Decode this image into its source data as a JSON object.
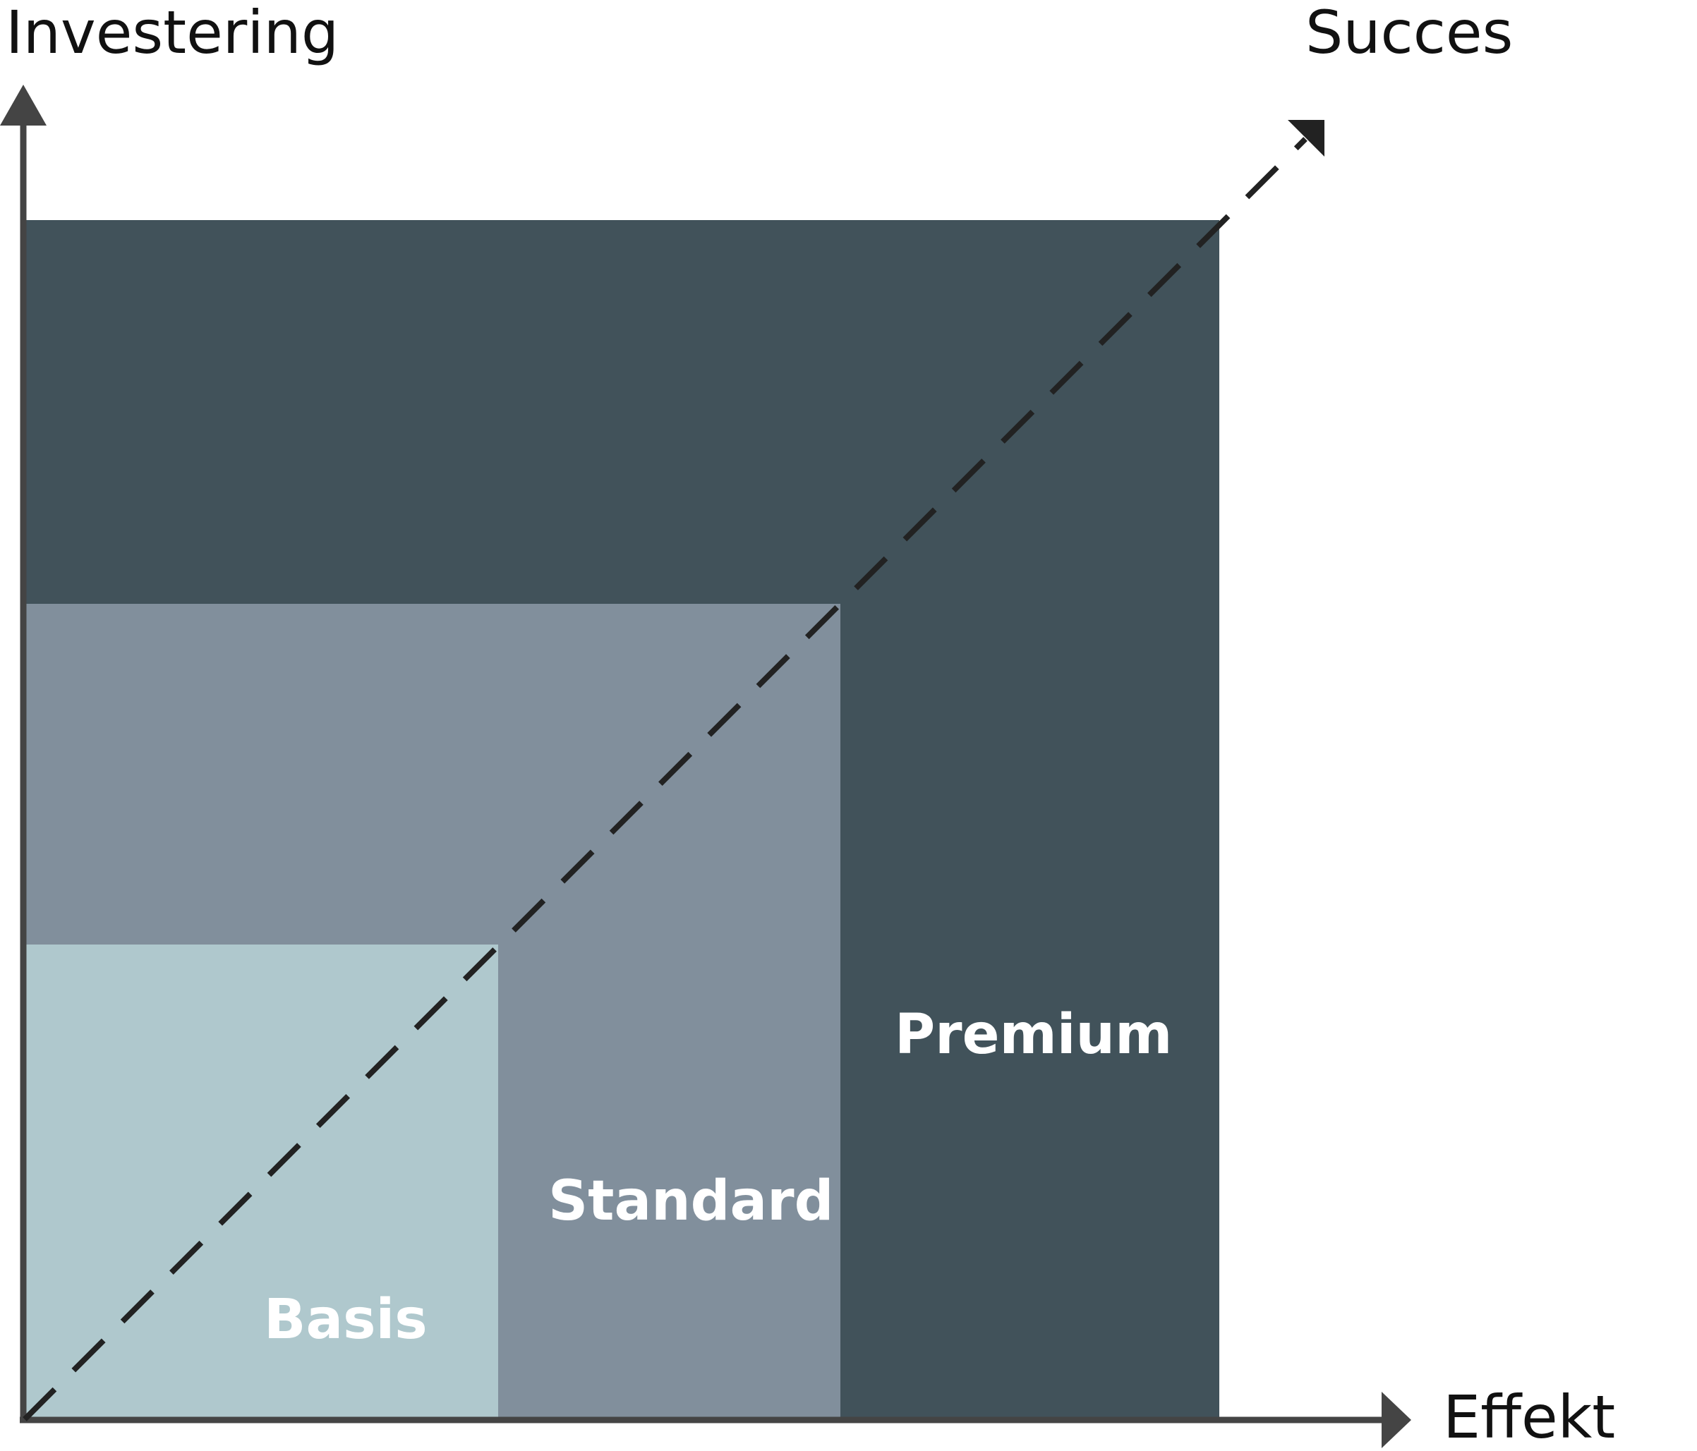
{
  "axes": {
    "y_label": "Investering",
    "x_label": "Effekt",
    "diagonal_label": "Succes"
  },
  "tiers": [
    {
      "label": "Premium",
      "color": "#41525a"
    },
    {
      "label": "Standard",
      "color": "#818f9c"
    },
    {
      "label": "Basis",
      "color": "#afc8cd"
    }
  ],
  "colors": {
    "axis": "#444444",
    "dashed_line": "#222222",
    "text_on_dark": "#ffffff"
  }
}
